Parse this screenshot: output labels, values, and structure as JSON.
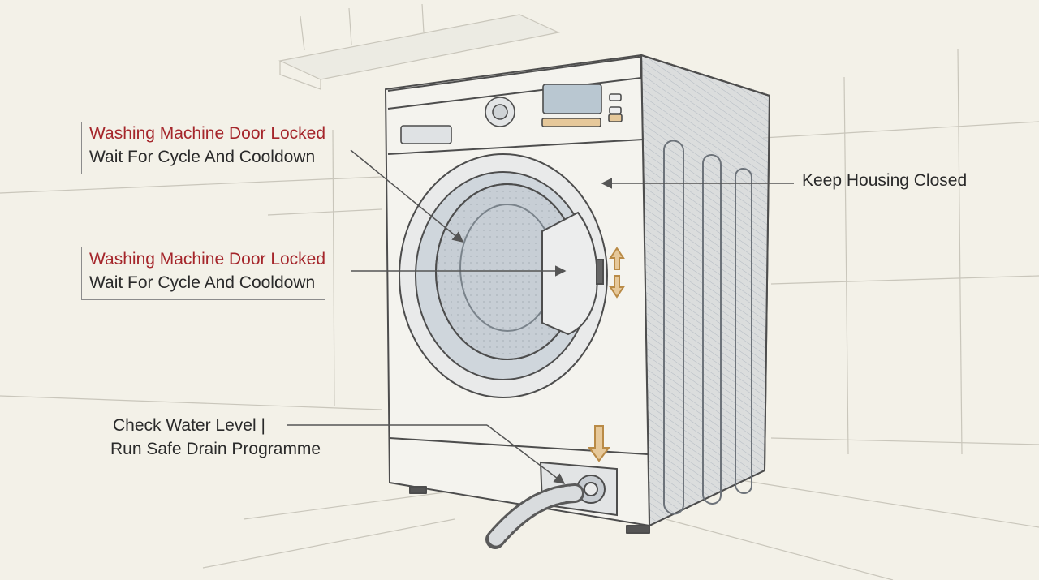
{
  "callouts": {
    "door_top": {
      "warning": "Washing Machine Door Locked",
      "instruction": "Wait For Cycle And Cooldown"
    },
    "door_mid": {
      "warning": "Washing Machine Door Locked",
      "instruction": "Wait For Cycle And Cooldown"
    },
    "housing": {
      "text": "Keep Housing Closed"
    },
    "drain": {
      "line1": "Check Water Level |",
      "line2": "Run Safe Drain Programme"
    }
  },
  "colors": {
    "warning": "#a5262b",
    "arrow_accent": "#c89a55",
    "background": "#f3f1e8",
    "ink": "#3a3a3a"
  },
  "icons": [
    "door-latch-icon",
    "up-down-arrow-icon",
    "down-arrow-icon",
    "drum-icon",
    "dial-knob-icon",
    "display-icon",
    "pump-filter-icon",
    "drain-hose-icon"
  ]
}
